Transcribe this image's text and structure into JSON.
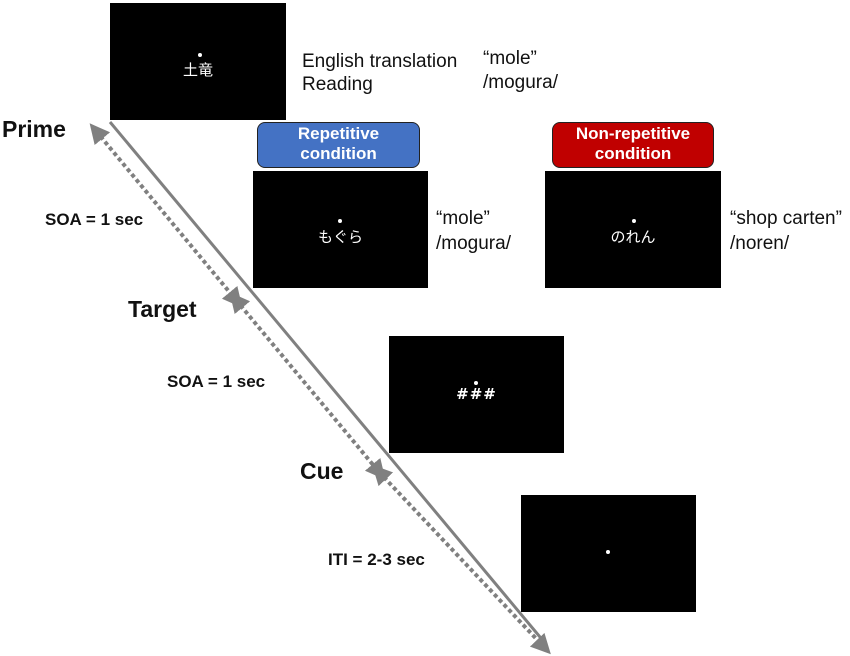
{
  "prime": {
    "label": "Prime",
    "stimulus": "土竜",
    "translation_label": "English translation",
    "reading_label": "Reading",
    "translation": "“mole”",
    "reading": "/mogura/"
  },
  "conditions": {
    "repetitive": {
      "label_line1": "Repetitive",
      "label_line2": "condition",
      "color": "#4472C4",
      "stimulus": "もぐら",
      "translation": "“mole”",
      "reading": "/mogura/"
    },
    "non_repetitive": {
      "label_line1": "Non-repetitive",
      "label_line2": "condition",
      "color": "#C00000",
      "stimulus": "のれん",
      "translation": "“shop carten”",
      "reading": "/noren/"
    }
  },
  "target": {
    "label": "Target"
  },
  "cue": {
    "label": "Cue",
    "stimulus": "###"
  },
  "intervals": {
    "soa_prime_target": "SOA = 1 sec",
    "soa_target_cue": "SOA = 1 sec",
    "iti": "ITI = 2-3 sec"
  }
}
